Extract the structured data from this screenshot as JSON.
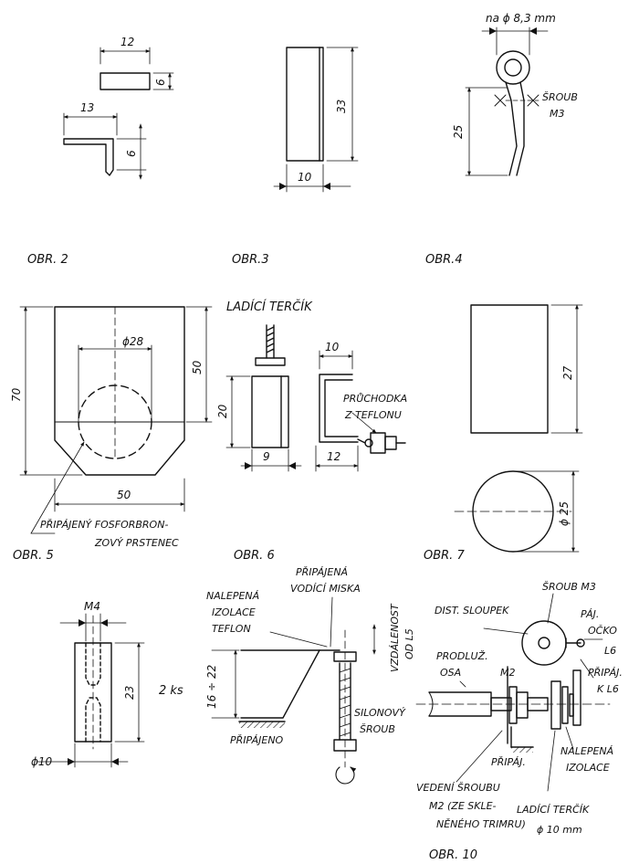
{
  "figures": {
    "obr2": {
      "caption": "OBR. 2",
      "dims": {
        "top_width": "12",
        "top_height": "6",
        "bottom_width": "13",
        "bottom_height": "6"
      }
    },
    "obr3": {
      "caption": "OBR.3",
      "dims": {
        "height": "33",
        "width": "10"
      }
    },
    "obr4": {
      "caption": "OBR.4",
      "dims": {
        "hole": "na ϕ 8,3 mm",
        "height": "25"
      },
      "labels": {
        "screw_line1": "ŠROUB",
        "screw_line2": "M3"
      }
    },
    "obr5": {
      "caption": "OBR. 5",
      "dims": {
        "diameter": "ϕ28",
        "total_height": "70",
        "upper_height": "50",
        "width": "50"
      },
      "labels": {
        "ring_line1": "PŘIPÁJENÝ FOSFORBRON-",
        "ring_line2": "ZOVÝ PRSTENEC"
      }
    },
    "obr6": {
      "caption": "OBR. 6",
      "title": "LADÍCÍ TERČÍK",
      "dims": {
        "height": "20",
        "width": "9",
        "top_width": "10",
        "bottom_width": "12"
      },
      "labels": {
        "bushing_line1": "PRŮCHODKA",
        "bushing_line2": "Z TEFLONU"
      }
    },
    "obr7": {
      "caption": "OBR. 7",
      "dims": {
        "height": "27",
        "diameter": "ϕ 25"
      }
    },
    "m4part": {
      "dims": {
        "thread": "M4",
        "height": "23",
        "diameter": "ϕ10"
      },
      "labels": {
        "quantity": "2 ks"
      }
    },
    "middle": {
      "dims": {
        "height": "16 ÷ 22"
      },
      "labels": {
        "insulation_line1": "NALEPENÁ",
        "insulation_line2": "IZOLACE",
        "insulation_line3": "TEFLON",
        "cup_line1": "PŘIPÁJENÁ",
        "cup_line2": "VODÍCÍ MISKA",
        "distance_line1": "VZDÁLENOST",
        "distance_line2": "OD L5",
        "soldered": "PŘIPÁJENO",
        "nylon_line1": "SILONOVÝ",
        "nylon_line2": "ŠROUB"
      }
    },
    "obr10": {
      "caption": "OBR. 10",
      "labels": {
        "screw_m3": "ŠROUB M3",
        "spacer": "DIST. SLOUPEK",
        "lug_line1": "PÁJ.",
        "lug_line2": "OČKO",
        "l6": "L6",
        "soldered_l6_line1": "PŘIPÁJ.",
        "soldered_l6_line2": "K L6",
        "shaft_line1": "PRODLUŽ.",
        "shaft_line2": "OSA",
        "m2": "M2",
        "soldered": "PŘIPÁJ.",
        "insulation_line1": "NALEPENÁ",
        "insulation_line2": "IZOLACE",
        "guide_line1": "VEDENÍ ŠROUBU",
        "guide_line2": "M2 (ZE SKLE-",
        "guide_line3": "NĚNÉHO TRIMRU)",
        "disc": "LADÍCÍ TERČÍK",
        "disc_size": "ϕ 10 mm"
      }
    }
  }
}
